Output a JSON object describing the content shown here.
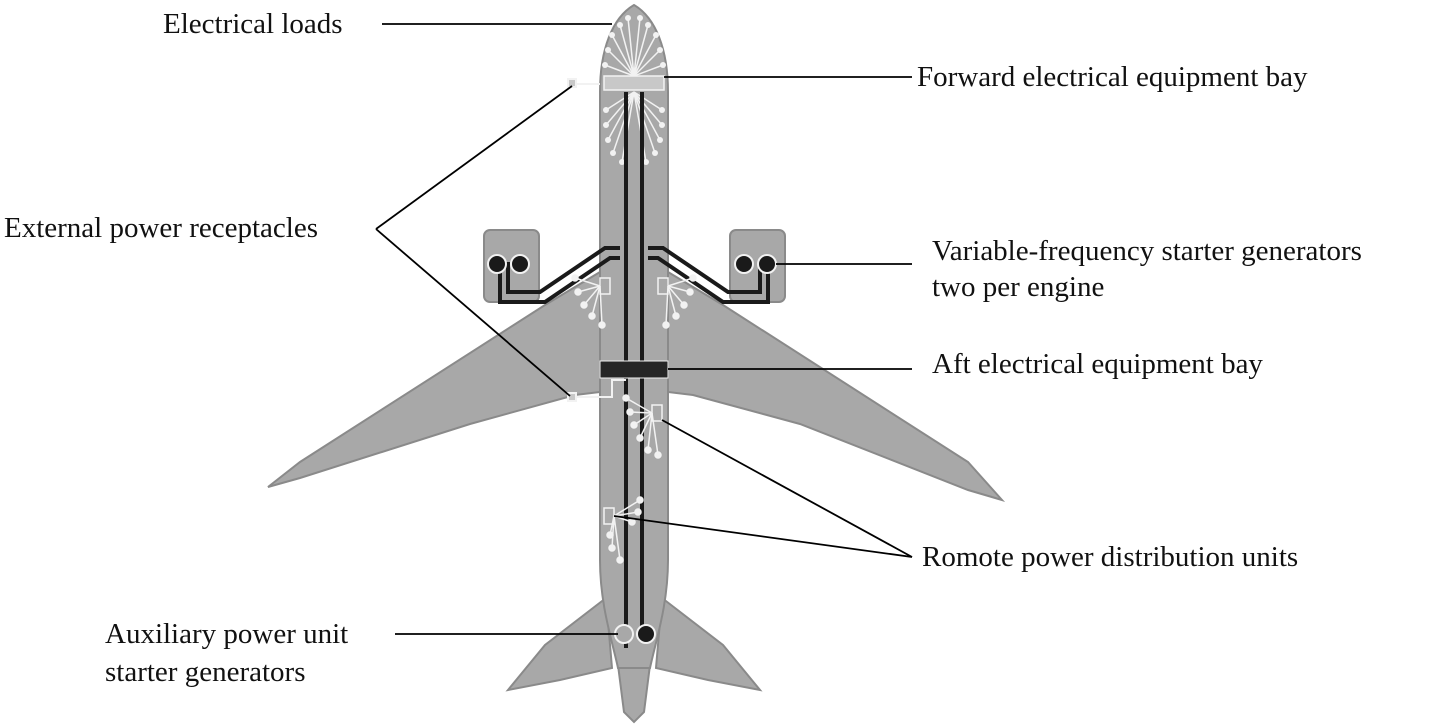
{
  "labels": {
    "electrical_loads": "Electrical loads",
    "forward_bay": "Forward electrical equipment bay",
    "external_power": "External power receptacles",
    "vfsg_line1": "Variable-frequency starter generators",
    "vfsg_line2": "two per engine",
    "aft_bay": "Aft electrical equipment bay",
    "rpdu": "Romote power distribution units",
    "apu_line1": "Auxiliary power unit",
    "apu_line2": "starter generators"
  },
  "colors": {
    "airframe": "#a8a8a8",
    "airframe_edge": "#8a8a8a",
    "wiring": "#1a1a1a",
    "distribution_lines": "#f2f2f2",
    "aft_bay": "#262626",
    "forward_bay": "#c8c8c8",
    "leader_lines": "#000000"
  }
}
